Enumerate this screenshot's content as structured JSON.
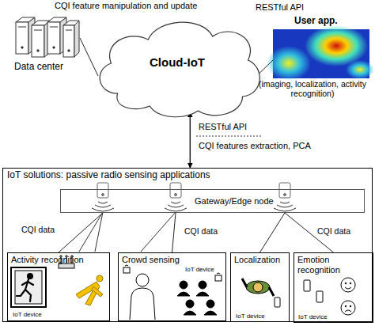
{
  "diagram": {
    "nodes": [
      {
        "text": [
          "Data center"
        ]
      },
      {
        "text": [
          "Cloud-IoT"
        ]
      },
      {
        "text": [
          "User app.",
          "(imaging, localization, activity recognition)"
        ]
      },
      {
        "text": [
          "IoT solutions: passive radio sensing applications"
        ]
      },
      {
        "text": [
          "Gateway/Edge node"
        ],
        "in": 3
      },
      {
        "text": [
          "Activity recognition",
          "IoT device"
        ],
        "in": 3
      },
      {
        "text": [
          "Crowd sensing",
          "IoT device"
        ],
        "in": 3
      },
      {
        "text": [
          "Localization",
          "IoT device"
        ],
        "in": 3
      },
      {
        "text": [
          "Emotion recognition",
          "IoT device"
        ],
        "in": 3
      }
    ],
    "edges": [
      {
        "from": 0,
        "to": 1,
        "arrow": "none",
        "label": "CQI feature manipulation and update"
      },
      {
        "from": 1,
        "to": 2,
        "arrow": "none",
        "label": "RESTful API"
      },
      {
        "from": 1,
        "to": 3,
        "arrow": "both",
        "label": "RESTful API"
      },
      {
        "from": 4,
        "to": 5,
        "arrow": "none",
        "label": "CQI data"
      },
      {
        "from": 4,
        "to": 6,
        "arrow": "none",
        "label": "CQI data"
      },
      {
        "from": 4,
        "to": 7,
        "arrow": "none"
      },
      {
        "from": 4,
        "to": 8,
        "arrow": "none",
        "label": "CQI data"
      }
    ],
    "labels": [
      "CQI features extraction, PCA"
    ]
  }
}
